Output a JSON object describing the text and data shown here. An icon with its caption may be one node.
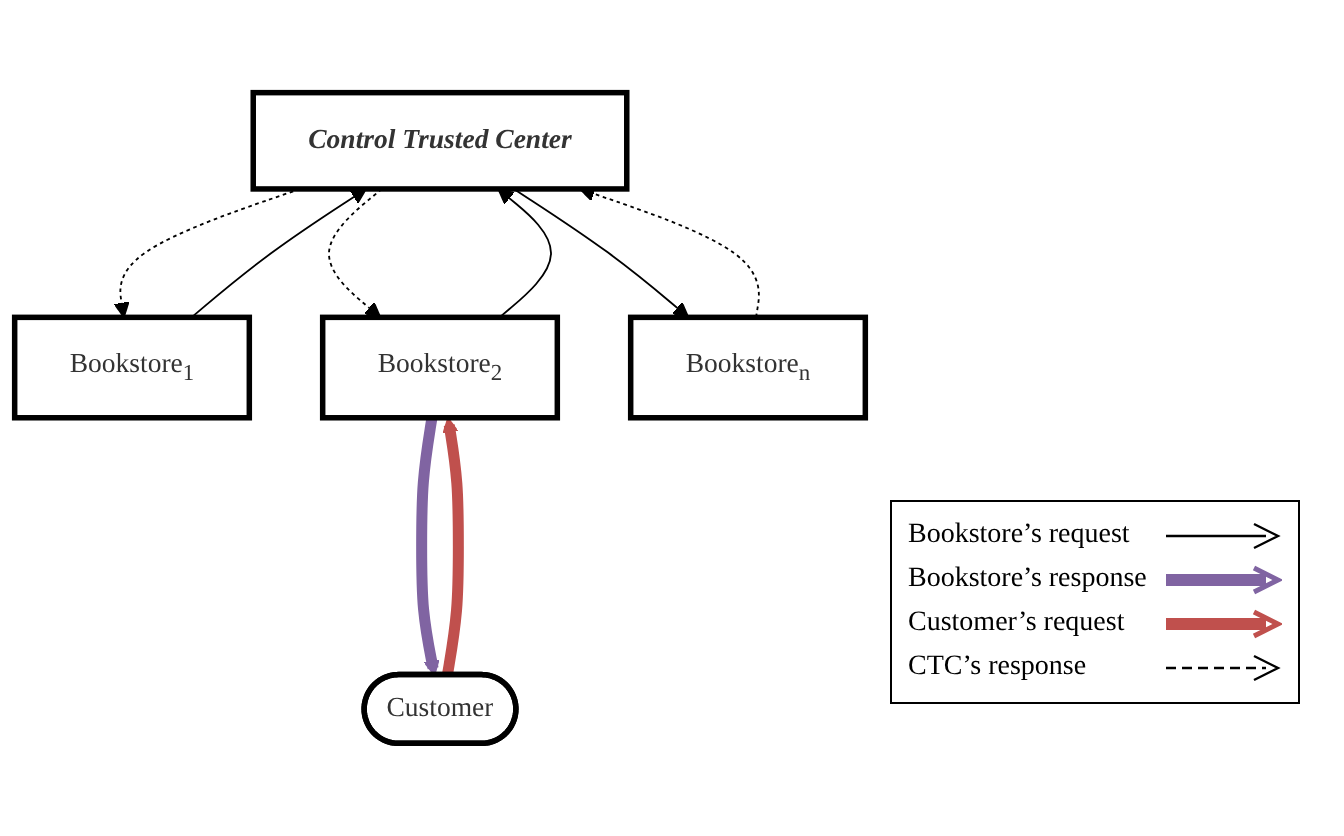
{
  "diagram": {
    "nodes": [
      {
        "text": [
          "Control Trusted Center"
        ]
      },
      {
        "text": [
          "Bookstore$_{1}$"
        ]
      },
      {
        "text": [
          "Bookstore$_{2}$"
        ]
      },
      {
        "text": [
          "Bookstore$_{n}$"
        ]
      },
      {
        "text": [
          "Customer"
        ]
      }
    ],
    "edges": [
      {
        "from": 1,
        "to": 0,
        "arrow": "to"
      },
      {
        "from": 0,
        "to": 1,
        "arrow": "to",
        "style": "dashed"
      },
      {
        "from": 2,
        "to": 0,
        "arrow": "to"
      },
      {
        "from": 0,
        "to": 2,
        "arrow": "to",
        "style": "dashed"
      },
      {
        "from": 0,
        "to": 3,
        "arrow": "to"
      },
      {
        "from": 3,
        "to": 0,
        "arrow": "to",
        "style": "dashed"
      },
      {
        "from": 4,
        "to": 2,
        "arrow": "to",
        "style": "thick",
        "color": "#c0504d"
      },
      {
        "from": 2,
        "to": 4,
        "arrow": "to",
        "style": "thick",
        "color": "#8064a2"
      }
    ],
    "legend": [
      {
        "text": "Bookstore’s request"
      },
      {
        "text": "Bookstore’s response"
      },
      {
        "text": "Customer’s request"
      },
      {
        "text": "CTC’s response"
      }
    ]
  }
}
